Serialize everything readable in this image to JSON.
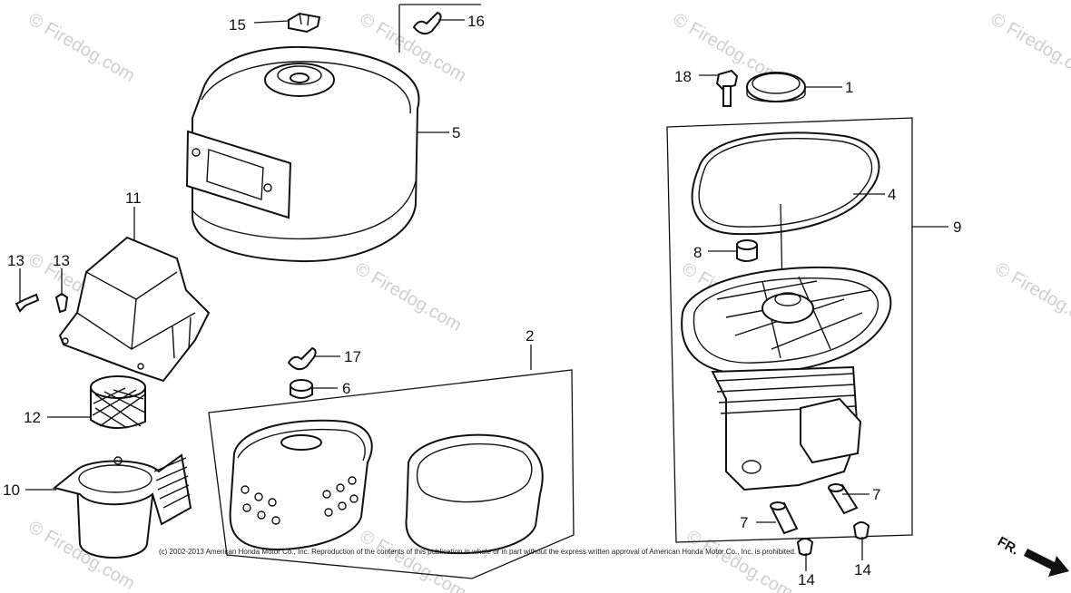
{
  "watermark": {
    "text": "© Firedog.com"
  },
  "copyright": "(c) 2002-2013 American Honda Motor Co., Inc. Reproduction of the contents of this publication in whole or in part without the express written approval of American Honda Motor Co., Inc. is prohibited.",
  "direction_label": "FR.",
  "callouts": {
    "c1": "1",
    "c2": "2",
    "c4": "4",
    "c5": "5",
    "c6": "6",
    "c7a": "7",
    "c7b": "7",
    "c8": "8",
    "c9": "9",
    "c10": "10",
    "c11": "11",
    "c12": "12",
    "c13a": "13",
    "c13b": "13",
    "c14a": "14",
    "c14b": "14",
    "c15": "15",
    "c16": "16",
    "c17": "17",
    "c18": "18"
  }
}
